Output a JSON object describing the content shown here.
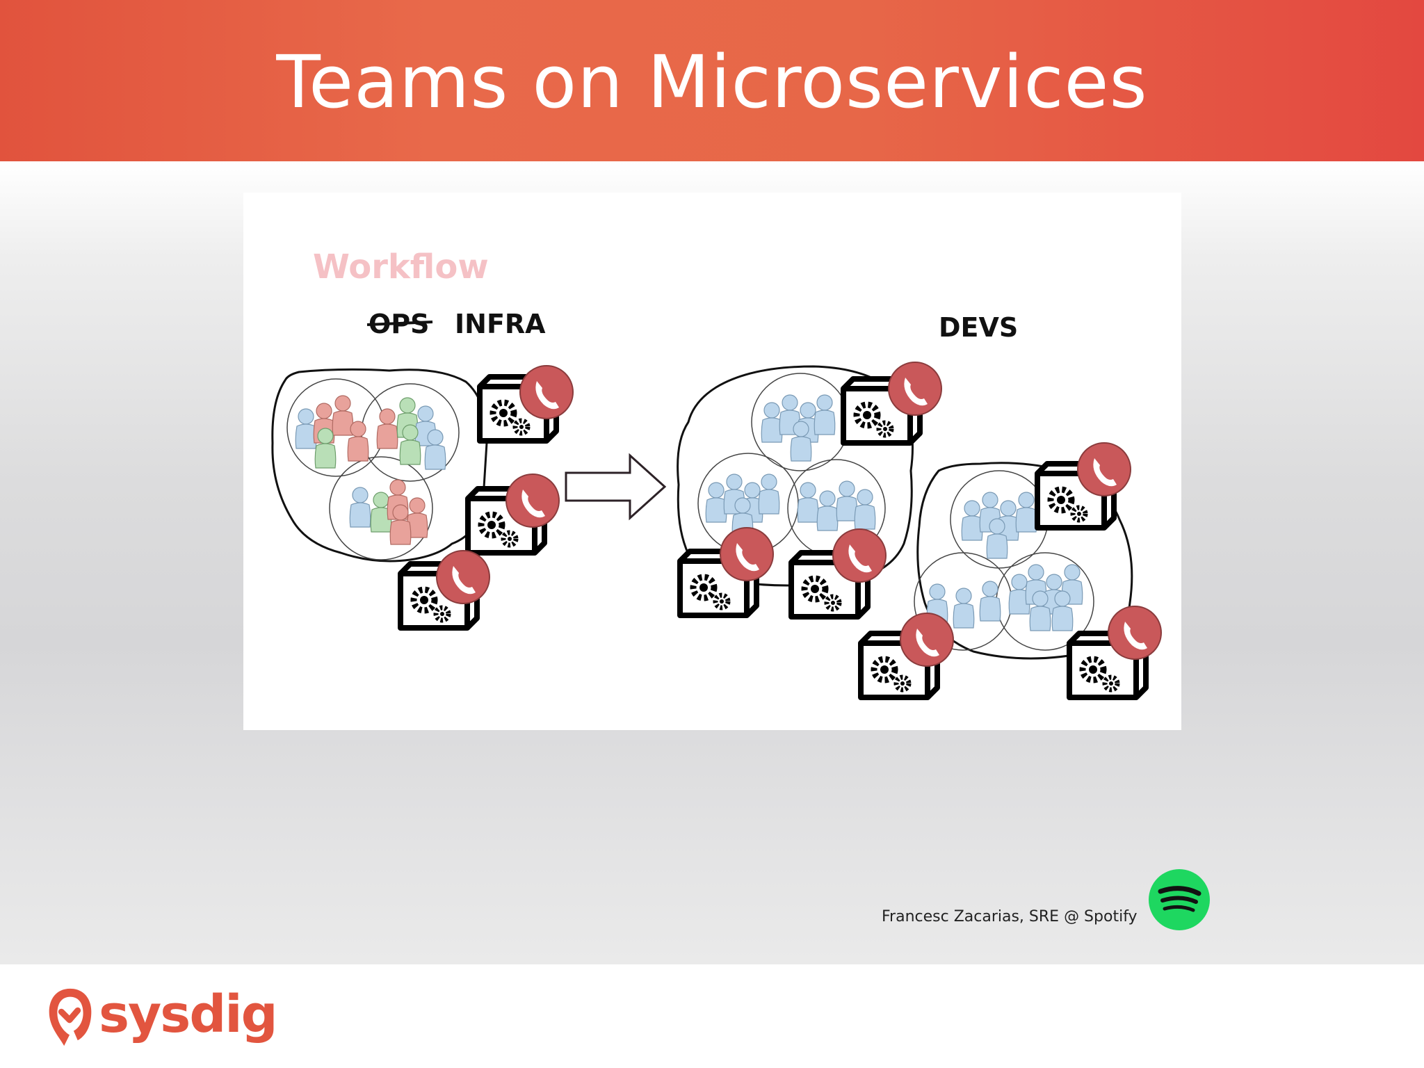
{
  "header": {
    "title": "Teams on Microservices"
  },
  "diagram": {
    "workflow_label": "Workflow",
    "ops_label": "OPS",
    "infra_label": "INFRA",
    "devs_label": "DEVS"
  },
  "credit": {
    "text": "Francesc Zacarias, SRE @ Spotify"
  },
  "footer": {
    "logo_text": "sysdig"
  },
  "colors": {
    "header": "#e5583f",
    "brand": "#e2553f",
    "spotify": "#1ed760",
    "phone": "#c9585a",
    "people_blue": "#bcd6ec",
    "people_red": "#e8a29b",
    "people_green": "#b9dfb7"
  }
}
